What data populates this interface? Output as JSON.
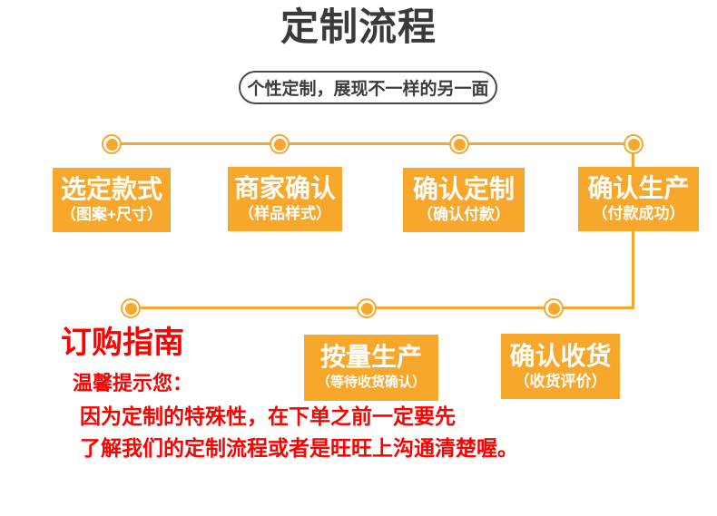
{
  "header": {
    "title": "定制流程",
    "tagline": "个性定制，展现不一样的另一面"
  },
  "flow": {
    "accent_color": "#f7a82c",
    "steps": [
      {
        "title": "选定款式",
        "subtitle": "（图案+尺寸）"
      },
      {
        "title": "商家确认",
        "subtitle": "（样品样式）"
      },
      {
        "title": "确认定制",
        "subtitle": "（确认付款）"
      },
      {
        "title": "确认生产",
        "subtitle": "（付款成功）"
      },
      {
        "title": "按量生产",
        "subtitle": "（等待收货确认）"
      },
      {
        "title": "确认收货",
        "subtitle": "（收货评价）"
      }
    ]
  },
  "guide": {
    "title": "订购指南",
    "tip_title": "温馨提示您：",
    "lines": [
      "因为定制的特殊性，在下单之前一定要先",
      "了解我们的定制流程或者是旺旺上沟通清楚喔。"
    ],
    "text_color": "#fe0000"
  }
}
